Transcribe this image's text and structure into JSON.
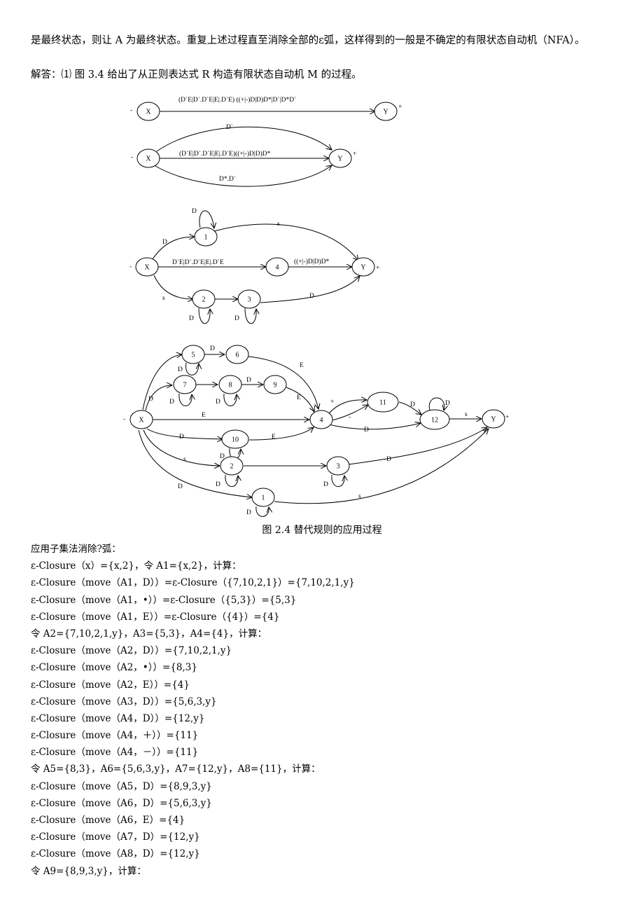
{
  "intro_text": "是最终状态，则让 A 为最终状态。重复上述过程直至消除全部的ε弧，这样得到的一般是不确定的有限状态自动机（NFA）。",
  "answer_text": "解答：⑴ 图 3.4 给出了从正则表达式 R 构造有限状态自动机 M 的过程。",
  "diagram": {
    "start_mark": "-",
    "final_mark": "+",
    "states": {
      "x": "X",
      "y": "Y",
      "s1": "1",
      "s2": "2",
      "s3": "3",
      "s4": "4",
      "s5": "5",
      "s6": "6",
      "s7": "7",
      "s8": "8",
      "s9": "9",
      "s10": "10",
      "s11": "11",
      "s12": "12"
    },
    "labels": {
      "d1_top": "(D`E|D`.D`E|E|.D`E) ((+|-)D|D)D*|D`|D*D`",
      "d2_top": "D`",
      "d2_mid": "(D`E|D`.D`E|E|.D`E)((+|-)D|D)D*",
      "d2_bot": "D*.D`",
      "D": "D",
      "s": "s",
      "E": "E",
      "plus": "+",
      "minus": "-",
      "d3_mid": "D`E|D`.D`E|E|.D`E",
      "d3_4y": "((+|-)D|D)D*"
    }
  },
  "caption": "图 2.4 替代规则的应用过程",
  "lines": [
    "应用子集法消除?弧：",
    "ε-Closure（x）={x,2}，令 A1={x,2}，计算：",
    "ε-Closure（move（A1，D））=ε-Closure（{7,10,2,1}）={7,10,2,1,y}",
    "ε-Closure（move（A1，•））=ε-Closure（{5,3}）={5,3}",
    "ε-Closure（move（A1，E））=ε-Closure（{4}）={4}",
    "令 A2={7,10,2,1,y}，A3={5,3}，A4={4}，计算：",
    "ε-Closure（move（A2，D））={7,10,2,1,y}",
    "ε-Closure（move（A2，•））={8,3}",
    "ε-Closure（move（A2，E））={4}",
    "ε-Closure（move（A3，D））={5,6,3,y}",
    "ε-Closure（move（A4，D））={12,y}",
    "ε-Closure（move（A4，＋））={11}",
    "ε-Closure（move（A4，－））={11}",
    "令 A5={8,3}，A6={5,6,3,y}，A7={12,y}，A8={11}，计算：",
    "ε-Closure（move（A5，D）={8,9,3,y}",
    "ε-Closure（move（A6，D）={5,6,3,y}",
    "ε-Closure（move（A6，E）={4}",
    "ε-Closure（move（A7，D）={12,y}",
    "ε-Closure（move（A8，D）={12,y}",
    "令 A9={8,9,3,y}，计算："
  ]
}
